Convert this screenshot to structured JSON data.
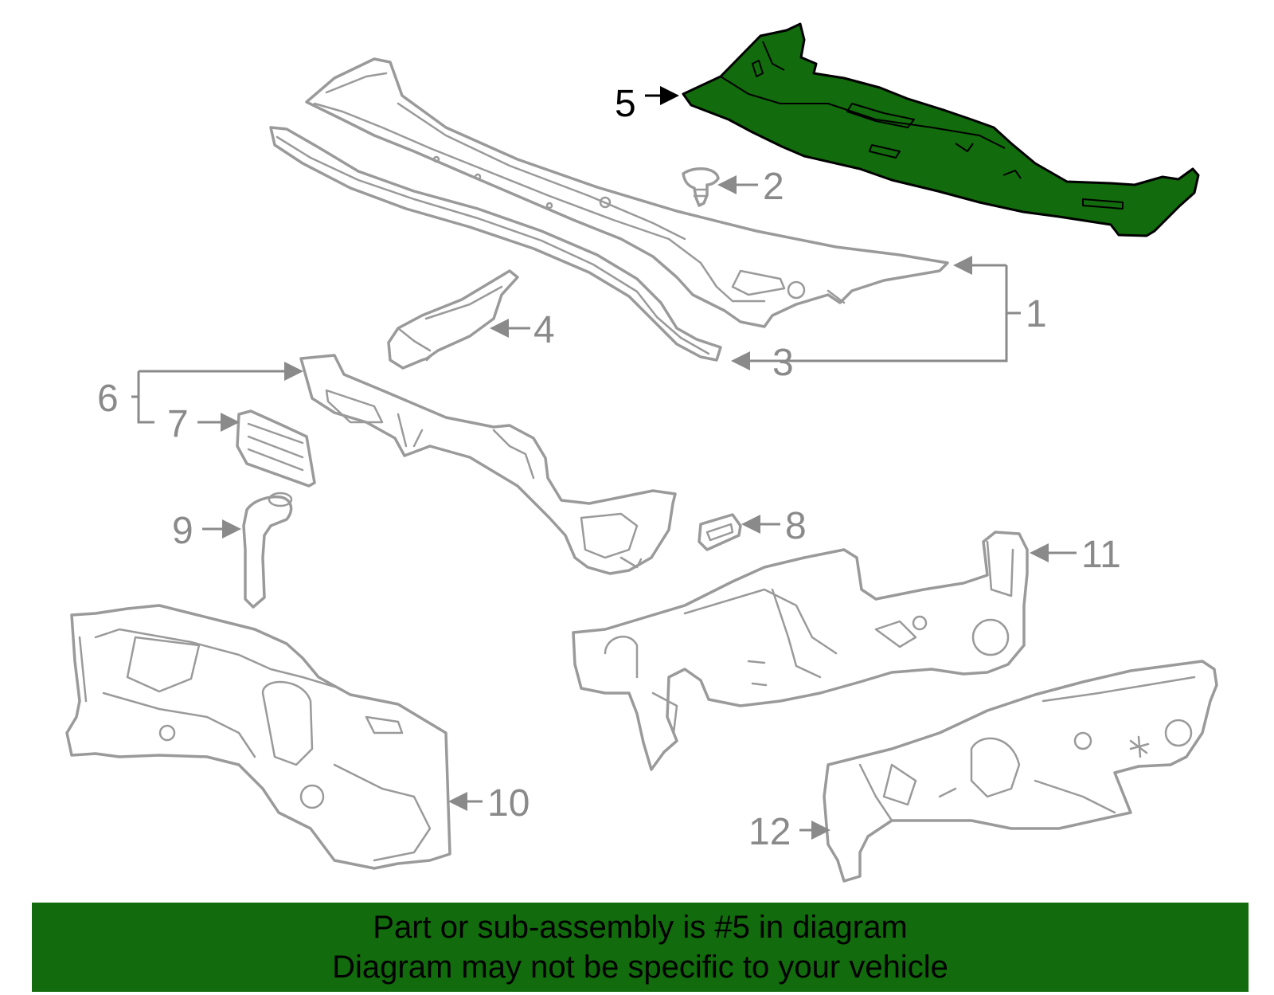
{
  "diagram": {
    "highlight_color": "#126b0c",
    "callouts": {
      "c1": "1",
      "c2": "2",
      "c3": "3",
      "c4": "4",
      "c5": "5",
      "c6": "6",
      "c7": "7",
      "c8": "8",
      "c9": "9",
      "c10": "10",
      "c11": "11",
      "c12": "12"
    }
  },
  "banner": {
    "line1": "Part or sub-assembly is #5 in diagram",
    "line2": "Diagram may not be specific to your vehicle",
    "background": "#126b0c"
  }
}
